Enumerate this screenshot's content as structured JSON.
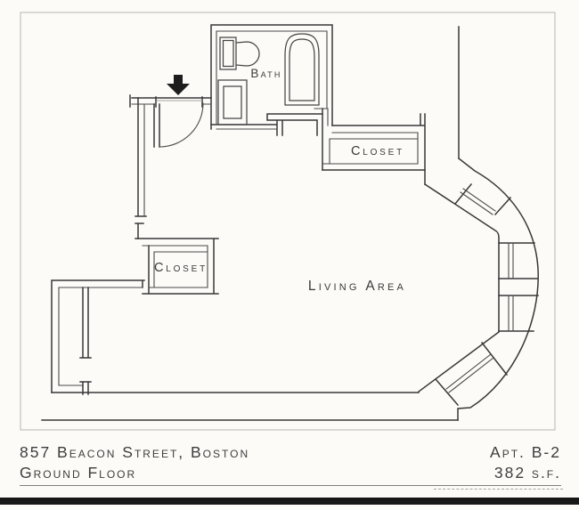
{
  "plan": {
    "labels": {
      "bath": "Bath",
      "closet_upper": "Closet",
      "closet_lower": "Closet",
      "living_area": "Living Area"
    },
    "icons": {
      "entrance_arrow": "down-arrow marking unit entry door"
    }
  },
  "footer": {
    "address": "857 Beacon Street, Boston",
    "floor": "Ground Floor",
    "apt": "Apt. B-2",
    "area": "382 s.f."
  },
  "colors": {
    "ink": "#383838",
    "paper": "#fcfbf8",
    "frame": "#b8b5ae",
    "bar": "#171717"
  }
}
